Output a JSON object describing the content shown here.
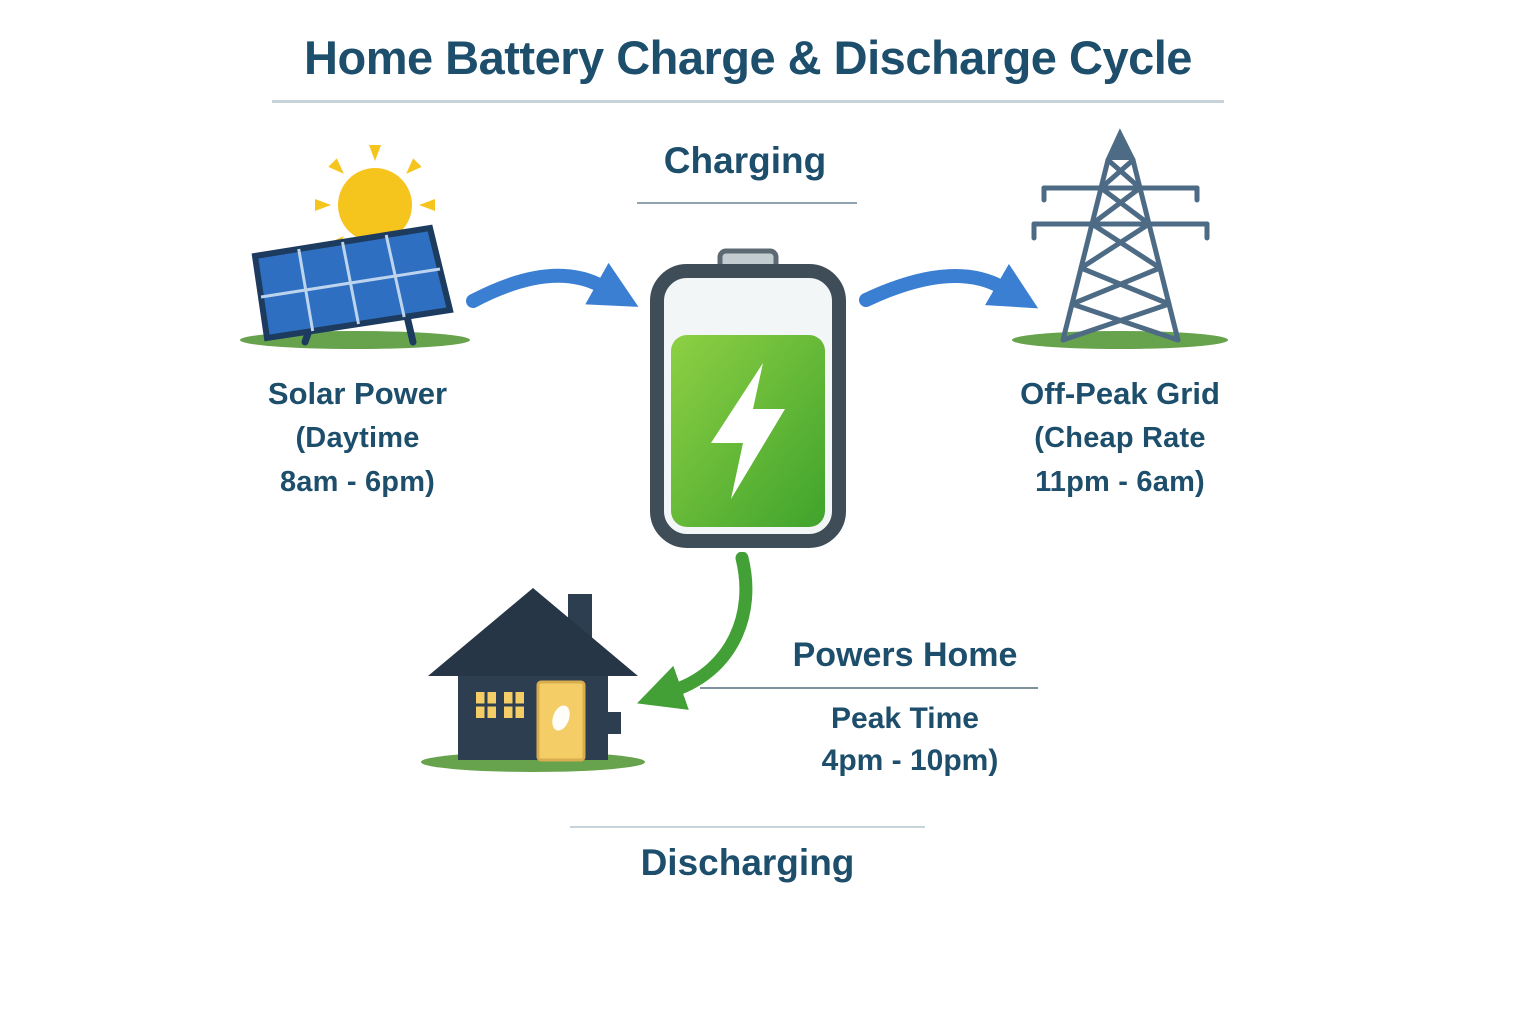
{
  "title": "Home Battery Charge & Discharge Cycle",
  "sections": {
    "charging_label": "Charging",
    "discharging_label": "Discharging"
  },
  "solar": {
    "name": "Solar Power",
    "detail1": "(Daytime",
    "detail2": "8am - 6pm)"
  },
  "grid": {
    "name": "Off-Peak Grid",
    "detail1": "(Cheap Rate",
    "detail2": "11pm - 6am)"
  },
  "home": {
    "name": "Powers Home",
    "detail1": "Peak Time",
    "detail2": "4pm - 10pm)"
  },
  "icons": {
    "sun": "sun-icon",
    "solar_panel": "solar-panel-icon",
    "battery": "battery-icon",
    "lightning": "lightning-bolt-icon",
    "tower": "transmission-tower-icon",
    "house": "house-icon",
    "arrow_solar_to_battery": "blue-curved-arrow",
    "arrow_battery_to_grid": "blue-curved-arrow",
    "arrow_battery_to_home": "green-curved-arrow"
  },
  "colors": {
    "navy": "#1d4e6b",
    "rule-light": "#c9d4da",
    "rule-mid": "#8fa4b1",
    "arrow-blue": "#3b7fd2",
    "arrow-green": "#43a036",
    "battery-border": "#3f4d59",
    "battery-green-1": "#8ed044",
    "battery-green-2": "#3fa32c",
    "sun-yellow": "#f6c51d",
    "panel-blue": "#2f6fc1",
    "panel-frame": "#1c3b5e",
    "tower-gray": "#4d6b85",
    "house-navy": "#2d3e50",
    "window-yellow": "#f4cd66",
    "ground-green": "#67a24d"
  }
}
